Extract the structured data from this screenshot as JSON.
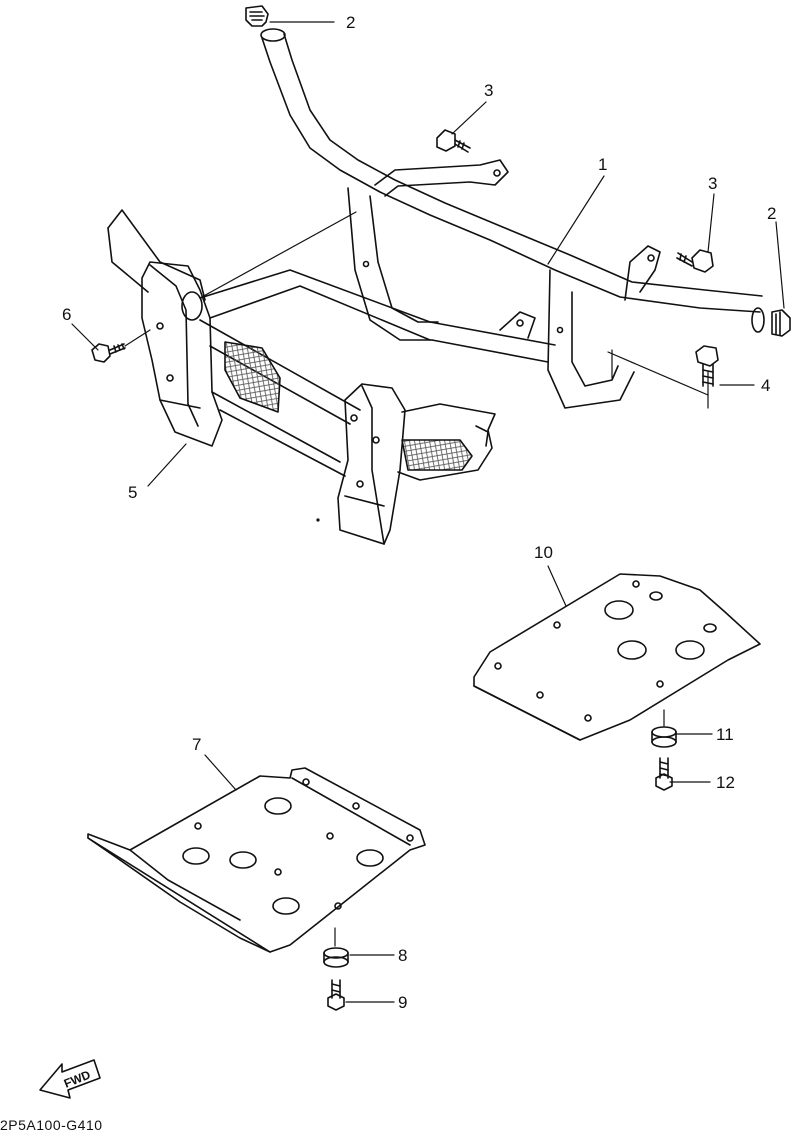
{
  "diagram": {
    "part_numbers": [
      "1",
      "2",
      "2",
      "3",
      "3",
      "4",
      "5",
      "6",
      "7",
      "8",
      "9",
      "10",
      "11",
      "12"
    ],
    "direction_label": "FWD",
    "figure_code": "2P5A100-G410",
    "line_color": "#111111",
    "background_color": "#ffffff",
    "mesh_color": "#555555"
  }
}
